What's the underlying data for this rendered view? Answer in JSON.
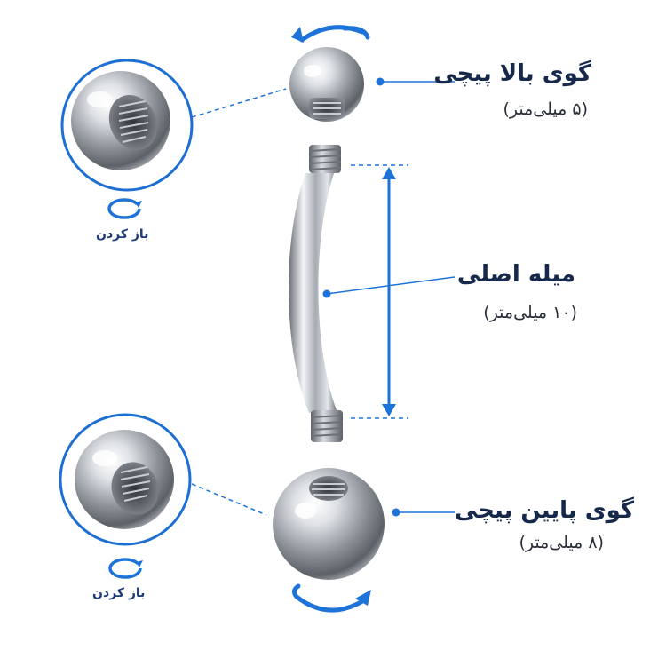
{
  "labels": {
    "top_ball": {
      "title": "گوی بالا پیچی",
      "size": "(۵ میلی‌متر)"
    },
    "main_bar": {
      "title": "میله اصلی",
      "size": "(۱۰ میلی‌متر)"
    },
    "bottom_ball": {
      "title": "گوی پایین پیچی",
      "size": "(۸ میلی‌متر)"
    },
    "open_top": "باز کردن",
    "open_bottom": "باز کردن"
  },
  "colors": {
    "accent_blue": "#1e73d8",
    "title_text": "#17294a",
    "sub_text": "#2a2f3a",
    "circle_border": "#1e6fd3",
    "metal_light": "#f2f3f5",
    "metal_dark": "#4a4d53"
  },
  "icons": [
    "rotate-arrow-icon",
    "dimension-arrow-icon",
    "zoom-circle-icon"
  ]
}
